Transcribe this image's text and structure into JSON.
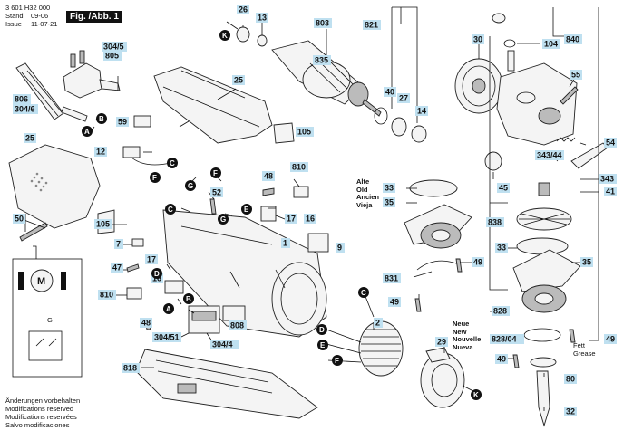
{
  "header": {
    "doc_number": "3 601 H32 000",
    "stand_label": "Stand",
    "stand_value": "09-06",
    "issue_label": "Issue",
    "issue_value": "11-07-21",
    "figure": "Fig. /Abb. 1"
  },
  "notes": [
    "Änderungen vorbehalten",
    "Modifications reserved",
    "Modifications reservées",
    "Salvo modificaciones"
  ],
  "old_labels": [
    "Alte",
    "Old",
    "Ancien",
    "Vieja"
  ],
  "new_labels": [
    "Neue",
    "New",
    "Nouvelle",
    "Nueva"
  ],
  "grease_labels": [
    "Fett",
    "Grease"
  ],
  "part_numbers": {
    "p26": "26",
    "p13": "13",
    "p803": "803",
    "p821": "821",
    "p30": "30",
    "p104": "104",
    "p840": "840",
    "p304_5": "304/5",
    "p805": "805",
    "p835": "835",
    "p25a": "25",
    "p55": "55",
    "p806": "806",
    "p304_6": "304/6",
    "p40": "40",
    "p27": "27",
    "p14": "14",
    "p59": "59",
    "p105a": "105",
    "p54": "54",
    "p343_44": "343/44",
    "p343": "343",
    "p41": "41",
    "p25b": "25",
    "p12": "12",
    "p810a": "810",
    "p48a": "48",
    "p52": "52",
    "p45": "45",
    "p33a": "33",
    "p35a": "35",
    "p17a": "17",
    "p16a": "16",
    "p1": "1",
    "p9": "9",
    "p838": "838",
    "p50": "50",
    "p105b": "105",
    "p7": "7",
    "p17b": "17",
    "p47": "47",
    "p16b": "16",
    "p49a": "49",
    "p33b": "33",
    "p35b": "35",
    "p831": "831",
    "p49b": "49",
    "p810b": "810",
    "p808": "808",
    "p828": "828",
    "p48b": "48",
    "p2": "2",
    "p304_51": "304/51",
    "p304_4": "304/4",
    "p29": "29",
    "p828_04": "828/04",
    "p49c": "49",
    "p49d": "49",
    "p818": "818",
    "p80": "80",
    "p32": "32"
  },
  "callouts": {
    "A": "A",
    "B": "B",
    "C": "C",
    "D": "D",
    "E": "E",
    "F": "F",
    "G": "G",
    "K": "K"
  },
  "schematic": {
    "motor": "M",
    "g": "G"
  }
}
